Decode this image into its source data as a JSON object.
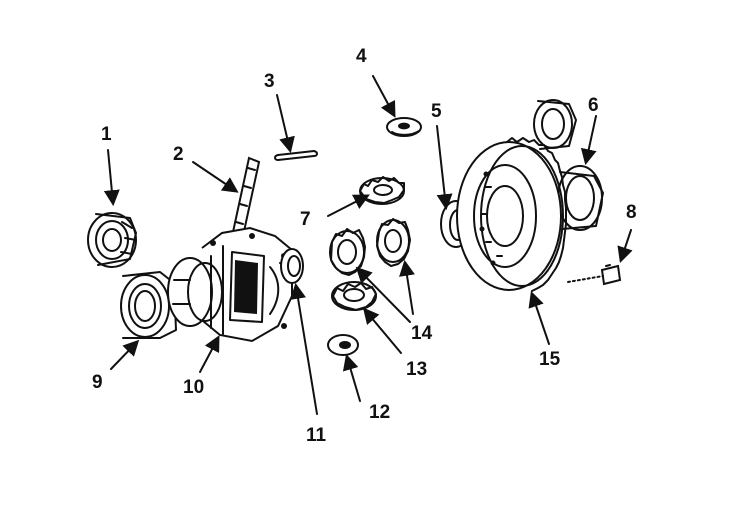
{
  "diagram": {
    "callouts": {
      "c1": "1",
      "c2": "2",
      "c3": "3",
      "c4": "4",
      "c5": "5",
      "c6": "6",
      "c7": "7",
      "c8": "8",
      "c9": "9",
      "c10": "10",
      "c11": "11",
      "c12": "12",
      "c13": "13",
      "c14": "14",
      "c15": "15"
    },
    "ink_color": "#111111",
    "background_color": "#ffffff"
  }
}
